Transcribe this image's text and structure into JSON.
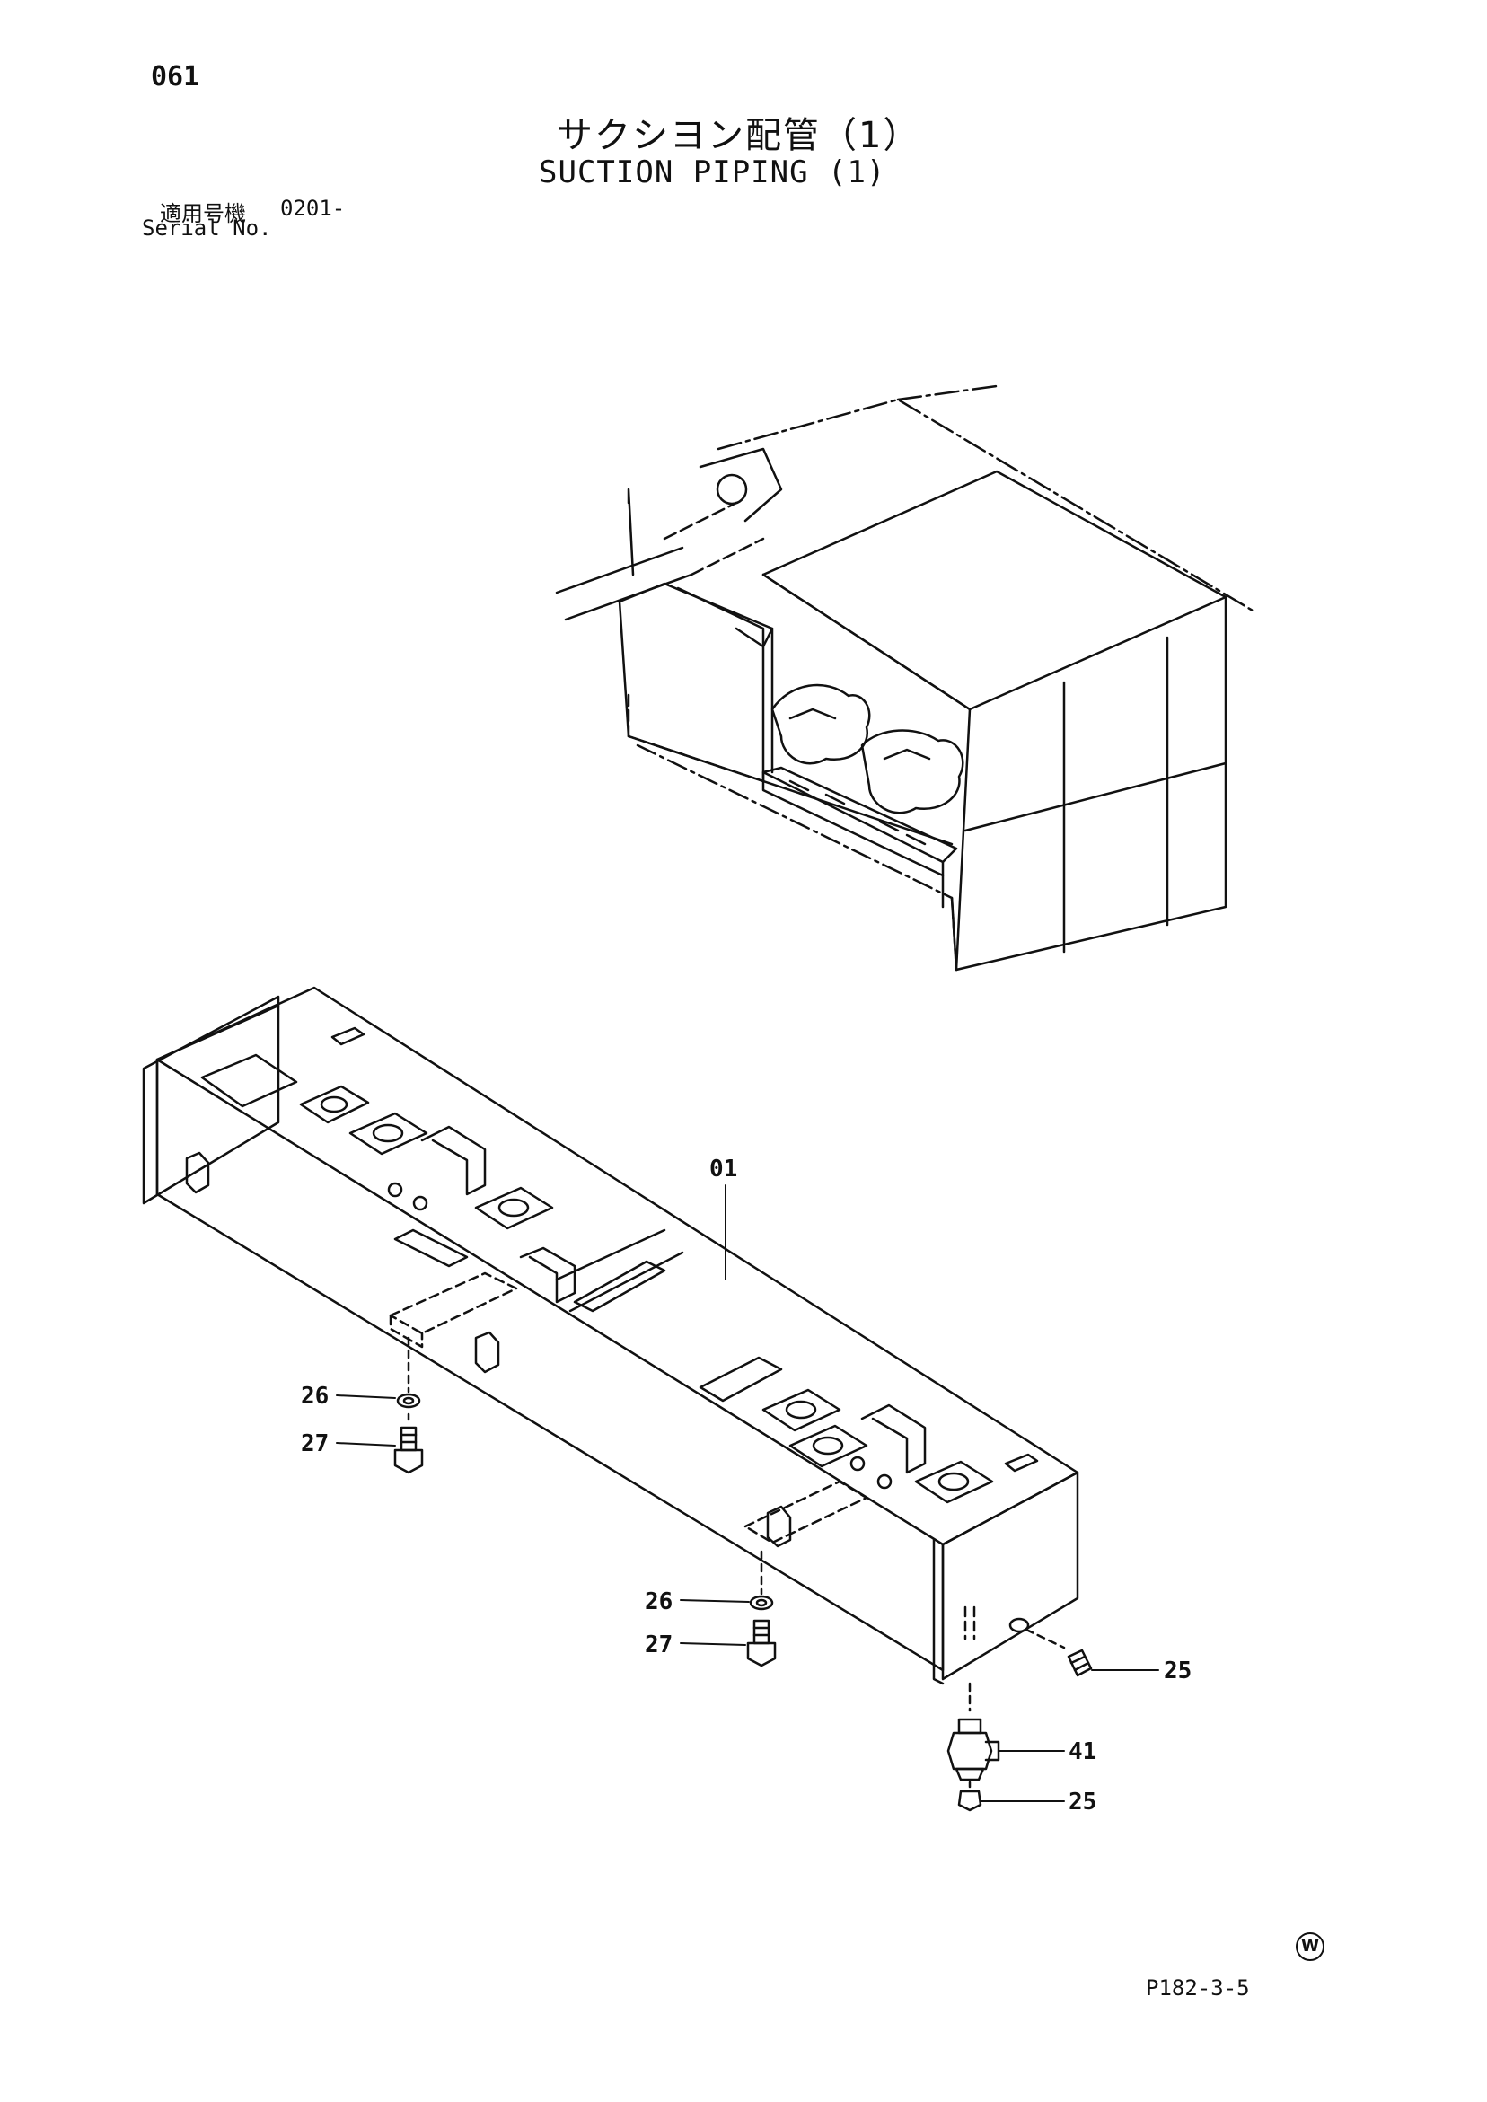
{
  "header": {
    "page_number": "061",
    "title_jp": "サクシヨン配管（1）",
    "title_en": "SUCTION PIPING (1)",
    "serial_label_jp": "適用号機",
    "serial_range": "0201-",
    "serial_label_en": "Serial No."
  },
  "callouts": [
    {
      "id": "callout-01",
      "label": "01"
    },
    {
      "id": "callout-26-a",
      "label": "26"
    },
    {
      "id": "callout-27-a",
      "label": "27"
    },
    {
      "id": "callout-26-b",
      "label": "26"
    },
    {
      "id": "callout-27-b",
      "label": "27"
    },
    {
      "id": "callout-25-a",
      "label": "25"
    },
    {
      "id": "callout-41",
      "label": "41"
    },
    {
      "id": "callout-25-b",
      "label": "25"
    }
  ],
  "footer": {
    "logo_letter": "W",
    "figure_ref": "P182-3-5"
  }
}
